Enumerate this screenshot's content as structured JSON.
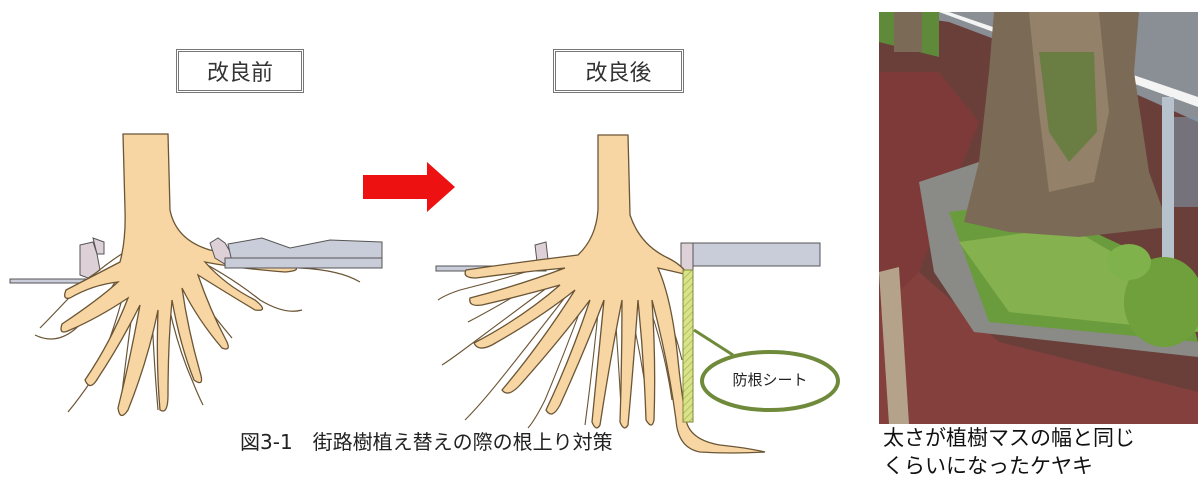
{
  "diagram": {
    "before_label": "改良前",
    "after_label": "改良後",
    "callout": "防根シート",
    "caption": "図3-1　街路樹植え替えの際の根上り対策"
  },
  "photo": {
    "caption_line1": "太さが植樹マスの幅と同じ",
    "caption_line2": "くらいになったケヤキ"
  },
  "colors": {
    "root": "#f7d6a3",
    "root_outline": "#6b5535",
    "arrow": "#ee1111",
    "sheet": "#d9e48a",
    "callout_border": "#6f8a3a",
    "curb": "#ddd0d6",
    "paving": "#c9ccd9"
  }
}
